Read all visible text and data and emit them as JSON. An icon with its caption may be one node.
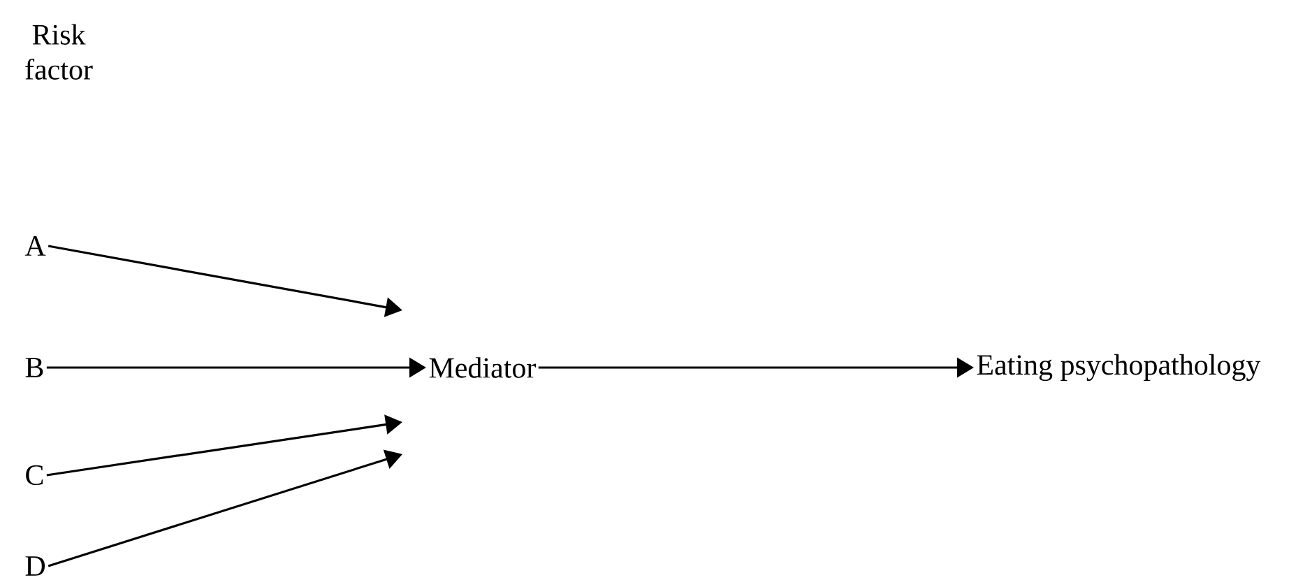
{
  "diagram": {
    "nodes": [
      {
        "text": [
          "A"
        ]
      },
      {
        "text": [
          "B"
        ]
      },
      {
        "text": [
          "C"
        ]
      },
      {
        "text": [
          "D"
        ]
      },
      {
        "text": [
          "Mediator"
        ]
      },
      {
        "text": [
          "Eating psychopathology"
        ]
      }
    ],
    "edges": [
      {
        "from": 0,
        "to": 4,
        "arrow": "to"
      },
      {
        "from": 1,
        "to": 4,
        "arrow": "to"
      },
      {
        "from": 2,
        "to": 4,
        "arrow": "to"
      },
      {
        "from": 3,
        "to": 4,
        "arrow": "to"
      },
      {
        "from": 4,
        "to": 5,
        "arrow": "to"
      }
    ],
    "labels": [
      "Risk factor"
    ]
  }
}
